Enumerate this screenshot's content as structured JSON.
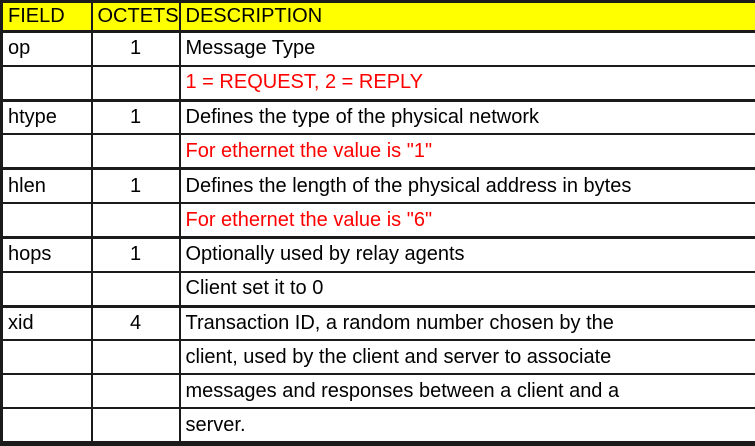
{
  "table": {
    "headers": [
      "FIELD",
      "OCTETS",
      "DESCRIPTION"
    ],
    "groups": [
      {
        "field": "op",
        "octets": "1",
        "lines": [
          {
            "text": "Message Type",
            "color": "black"
          },
          {
            "text": "1 = REQUEST, 2 = REPLY",
            "color": "red"
          }
        ]
      },
      {
        "field": "htype",
        "octets": "1",
        "lines": [
          {
            "text": "Defines the type of the physical network",
            "color": "black"
          },
          {
            "text": "For ethernet the value is \"1\"",
            "color": "red"
          }
        ]
      },
      {
        "field": "hlen",
        "octets": "1",
        "lines": [
          {
            "text": "Defines the length of the physical address in bytes",
            "color": "black"
          },
          {
            "text": "For ethernet the value is \"6\"",
            "color": "red"
          }
        ]
      },
      {
        "field": "hops",
        "octets": "1",
        "lines": [
          {
            "text": "Optionally used by relay agents",
            "color": "black"
          },
          {
            "text": "Client set it to 0",
            "color": "black"
          }
        ]
      },
      {
        "field": "xid",
        "octets": "4",
        "lines": [
          {
            "text": "Transaction ID, a random number chosen by the",
            "color": "black"
          },
          {
            "text": "client, used by the client and server to associate",
            "color": "black"
          },
          {
            "text": "messages and responses between a client and a",
            "color": "black"
          },
          {
            "text": "server.",
            "color": "black"
          }
        ]
      }
    ],
    "colors": {
      "header_bg": "#ffff00",
      "red_text": "#ff0000",
      "black_text": "#000000",
      "border": "#1b1b1b"
    }
  }
}
